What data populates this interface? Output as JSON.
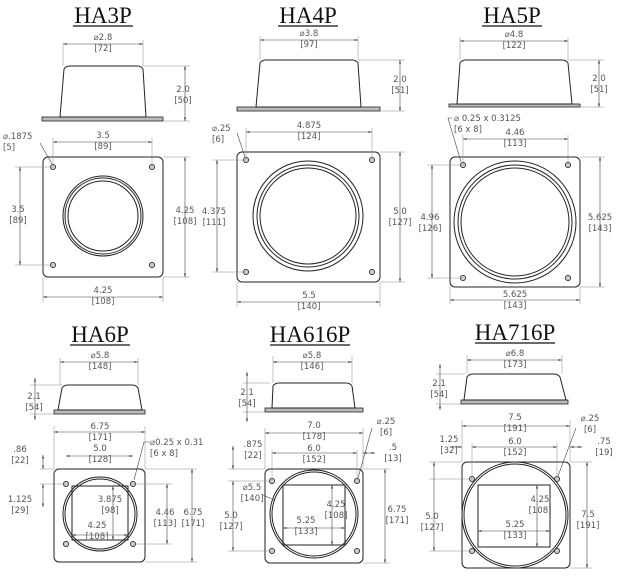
{
  "panels": [
    {
      "title": "HA3P",
      "top_diameter": {
        "in": "⌀2.8",
        "mm": "[72]"
      },
      "height": {
        "in": "2.0",
        "mm": "[50]"
      },
      "hole_size": {
        "in": "⌀.1875",
        "mm": "[5]"
      },
      "hole_spacing_x": {
        "in": "3.5",
        "mm": "[89]"
      },
      "hole_spacing_y": {
        "in": "3.5",
        "mm": "[89]"
      },
      "plate_height": {
        "in": "4.25",
        "mm": "[108]"
      },
      "plate_width": {
        "in": "4.25",
        "mm": "[108]"
      }
    },
    {
      "title": "HA4P",
      "top_diameter": {
        "in": "⌀3.8",
        "mm": "[97]"
      },
      "height": {
        "in": "2.0",
        "mm": "[51]"
      },
      "hole_size": {
        "in": "⌀.25",
        "mm": "[6]"
      },
      "hole_spacing_x": {
        "in": "4.875",
        "mm": "[124]"
      },
      "hole_spacing_y": {
        "in": "4.375",
        "mm": "[111]"
      },
      "plate_height": {
        "in": "5.0",
        "mm": "[127]"
      },
      "plate_width": {
        "in": "5.5",
        "mm": "[140]"
      }
    },
    {
      "title": "HA5P",
      "top_diameter": {
        "in": "⌀4.8",
        "mm": "[122]"
      },
      "height": {
        "in": "2.0",
        "mm": "[51]"
      },
      "hole_size": {
        "in": "⌀ 0.25 x 0.3125",
        "mm": "[6 x 8]"
      },
      "hole_spacing_x": {
        "in": "4.46",
        "mm": "[113]"
      },
      "hole_spacing_y": {
        "in": "4.96",
        "mm": "[126]"
      },
      "plate_height": {
        "in": "5.625",
        "mm": "[143]"
      },
      "plate_width": {
        "in": "5.625",
        "mm": "[143]"
      }
    },
    {
      "title": "HA6P",
      "top_diameter": {
        "in": "⌀5.8",
        "mm": "[148]"
      },
      "height": {
        "in": "2.1",
        "mm": "[54]"
      },
      "plate_width": {
        "in": "6.75",
        "mm": "[171]"
      },
      "hole_spacing_x": {
        "in": "5.0",
        "mm": "[128]"
      },
      "top_offset": {
        "in": ".86",
        "mm": "[22]"
      },
      "hole_size": {
        "in": "⌀0.25 x 0.31",
        "mm": "[6 x 8]"
      },
      "side_offset": {
        "in": "1.125",
        "mm": "[29]"
      },
      "opening_height": {
        "in": "3.875",
        "mm": "[98]"
      },
      "opening_width": {
        "in": "4.25",
        "mm": "[108]"
      },
      "hole_spacing_y": {
        "in": "4.46",
        "mm": "[113]"
      },
      "plate_height": {
        "in": "6.75",
        "mm": "[171]"
      }
    },
    {
      "title": "HA616P",
      "top_diameter": {
        "in": "⌀5.8",
        "mm": "[146]"
      },
      "height": {
        "in": "2.1",
        "mm": "[54]"
      },
      "plate_width": {
        "in": "7.0",
        "mm": "[178]"
      },
      "hole_spacing_x": {
        "in": "6.0",
        "mm": "[152]"
      },
      "top_offset": {
        "in": ".875",
        "mm": "[22]"
      },
      "hole_size": {
        "in": "⌀.25",
        "mm": "[6]"
      },
      "right_offset": {
        "in": ".5",
        "mm": "[13]"
      },
      "ring_diameter": {
        "in": "⌀5.5",
        "mm": "[140]"
      },
      "opening_height": {
        "in": "4.25",
        "mm": "[108]"
      },
      "opening_width": {
        "in": "5.25",
        "mm": "[133]"
      },
      "hole_spacing_y": {
        "in": "5.0",
        "mm": "[127]"
      },
      "plate_height": {
        "in": "6.75",
        "mm": "[171]"
      }
    },
    {
      "title": "HA716P",
      "top_diameter": {
        "in": "⌀6.8",
        "mm": "[173]"
      },
      "height": {
        "in": "2.1",
        "mm": "[54]"
      },
      "plate_width": {
        "in": "7.5",
        "mm": "[191]"
      },
      "hole_spacing_x": {
        "in": "6.0",
        "mm": "[152]"
      },
      "top_offset": {
        "in": "1.25",
        "mm": "[32]"
      },
      "hole_size": {
        "in": "⌀.25",
        "mm": "[6]"
      },
      "right_offset": {
        "in": ".75",
        "mm": "[19]"
      },
      "opening_height": {
        "in": "4.25",
        "mm": "[108]"
      },
      "opening_width": {
        "in": "5.25",
        "mm": "[133]"
      },
      "hole_spacing_y": {
        "in": "5.0",
        "mm": "[127]"
      },
      "plate_height": {
        "in": "7.5",
        "mm": "[191]"
      }
    }
  ]
}
